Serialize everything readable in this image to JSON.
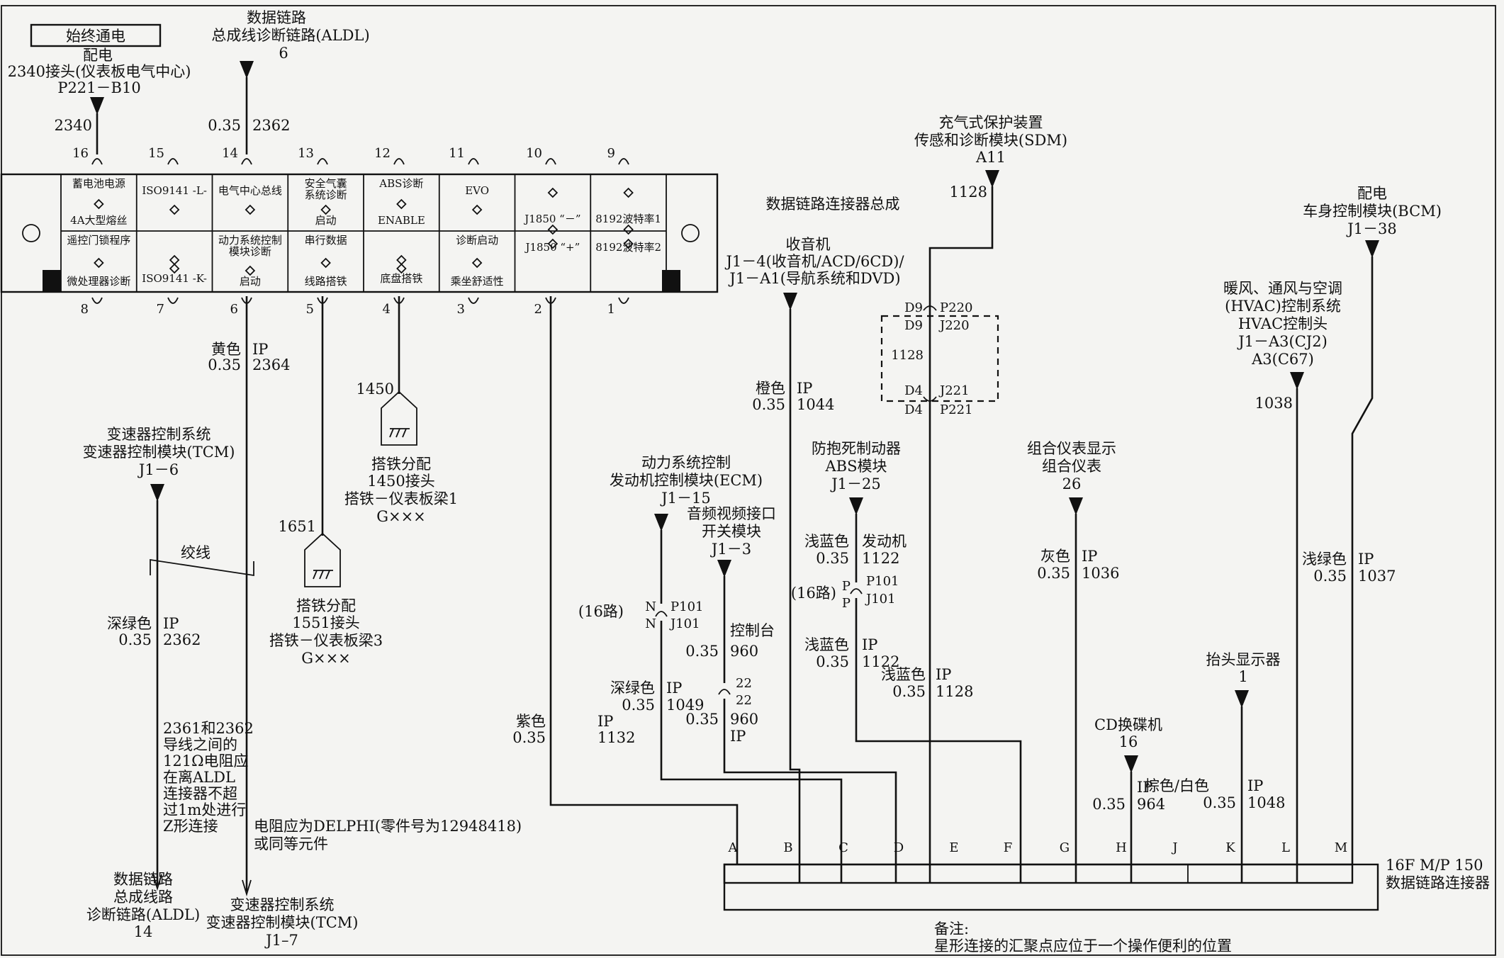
{
  "always_on": "始终通电",
  "power_dist": [
    "配电",
    "2340接头(仪表板电气中心)",
    "P221－B10"
  ],
  "alld_top": [
    "数据链路",
    "总成线诊断链路(ALDL)",
    "6"
  ],
  "w2340": "2340",
  "w2362_top": [
    "0.35",
    "2362"
  ],
  "pins_top": [
    "16",
    "15",
    "14",
    "13",
    "12",
    "11",
    "10",
    "9"
  ],
  "pins_bottom": [
    "8",
    "7",
    "6",
    "5",
    "4",
    "3",
    "2",
    "1"
  ],
  "cells_top": [
    [
      "蓄电池电源",
      "4A大型熔丝"
    ],
    [
      "ISO9141 -L-"
    ],
    [
      "电气中心总线"
    ],
    [
      "安全气囊",
      "系统诊断",
      "启动"
    ],
    [
      "ABS诊断",
      "ENABLE"
    ],
    [
      "EVO"
    ],
    [
      "J1850 “－”"
    ],
    [
      "8192波特率1"
    ]
  ],
  "cells_bottom": [
    [
      "遥控门锁程序",
      "微处理器诊断"
    ],
    [
      "ISO9141 -K-"
    ],
    [
      "动力系统控制",
      "模块诊断",
      "启动"
    ],
    [
      "串行数据",
      "线路搭铁"
    ],
    [
      "底盘搭铁"
    ],
    [
      "诊断启动",
      "乘坐舒适性"
    ],
    [
      "J1850 “+”"
    ],
    [
      "8192波特率2"
    ]
  ],
  "w6": [
    "黄色",
    "IP",
    "0.35",
    "2364"
  ],
  "tcm_top": [
    "变速器控制系统",
    "变速器控制模块(TCM)",
    "J1－6"
  ],
  "twist": "绞线",
  "w_darkgreen": [
    "深绿色",
    "IP",
    "0.35",
    "2362"
  ],
  "note_121": [
    "2361和2362",
    "导线之间的",
    "121Ω电阻应",
    "在离ALDL",
    "连接器不超",
    "过1m处进行",
    "Z形连接"
  ],
  "note_delphi": [
    "电阻应为DELPHI(零件号为12948418)",
    "或同等元件"
  ],
  "aldl_bottom": [
    "数据链路",
    "总成线路",
    "诊断链路(ALDL)",
    "14"
  ],
  "tcm_bottom": [
    "变速器控制系统",
    "变速器控制模块(TCM)",
    "J1–7"
  ],
  "g1450": [
    "1450",
    "搭铁分配",
    "1450接头",
    "搭铁－仪表板梁1",
    "G×××"
  ],
  "g1651": [
    "1651",
    "搭铁分配",
    "1551接头",
    "搭铁－仪表板梁3",
    "G×××"
  ],
  "purple": [
    "紫色",
    "0.35",
    "IP",
    "1132"
  ],
  "dlc_assembly": "数据链路连接器总成",
  "radio": [
    "收音机",
    "J1－4(收音机/ACD/6CD)/",
    "J1－A1(导航系统和DVD)"
  ],
  "orange": [
    "橙色",
    "IP",
    "0.35",
    "1044"
  ],
  "sdm": [
    "充气式保护装置",
    "传感和诊断模块(SDM)",
    "A11"
  ],
  "w1128_top": "1128",
  "connector_sdm": [
    "D9",
    "P220",
    "D9",
    "J220",
    "1128",
    "D4",
    "J221",
    "D4",
    "P221"
  ],
  "bcm": [
    "配电",
    "车身控制模块(BCM)",
    "J1－38"
  ],
  "hvac": [
    "暖风、通风与空调",
    "(HVAC)控制系统",
    "HVAC控制头",
    "J1－A3(CJ2)",
    "A3(C67)"
  ],
  "w1038": "1038",
  "ecm": [
    "动力系统控制",
    "发动机控制模块(ECM)",
    "J1－15"
  ],
  "av_switch": [
    "音频视频接口",
    "开关模块",
    "J1－3"
  ],
  "n_conn": [
    "(16路)",
    "N",
    "P101",
    "N",
    "J101"
  ],
  "console": [
    "控制台",
    "0.35",
    "960"
  ],
  "c22": [
    "22",
    "22",
    "0.35",
    "960",
    "IP"
  ],
  "dg1049": [
    "深绿色",
    "IP",
    "0.35",
    "1049"
  ],
  "abs": [
    "防抱死制动器",
    "ABS模块",
    "J1－25"
  ],
  "lb1122a": [
    "浅蓝色",
    "发动机",
    "0.35",
    "1122"
  ],
  "p_conn": [
    "(16路)",
    "P",
    "P101",
    "P",
    "J101"
  ],
  "lb1122b": [
    "浅蓝色",
    "IP",
    "0.35",
    "1122"
  ],
  "lb1128": [
    "浅蓝色",
    "IP",
    "0.35",
    "1128"
  ],
  "cluster": [
    "组合仪表显示",
    "组合仪表",
    "26"
  ],
  "gray1036": [
    "灰色",
    "IP",
    "0.35",
    "1036"
  ],
  "lg1037": [
    "浅绿色",
    "IP",
    "0.35",
    "1037"
  ],
  "hud": [
    "抬头显示器",
    "1"
  ],
  "cd": [
    "CD换碟机",
    "16"
  ],
  "w964": [
    "IP",
    "0.35",
    "964"
  ],
  "bw1048": [
    "棕色/白色",
    "IP",
    "0.35",
    "1048"
  ],
  "dlc_pins": [
    "A",
    "B",
    "C",
    "D",
    "E",
    "F",
    "G",
    "H",
    "J",
    "K",
    "L",
    "M"
  ],
  "dlc_name": [
    "16F M/P 150",
    "数据链路连接器"
  ],
  "note": [
    "备注:",
    "星形连接的汇聚点应位于一个操作便利的位置"
  ]
}
